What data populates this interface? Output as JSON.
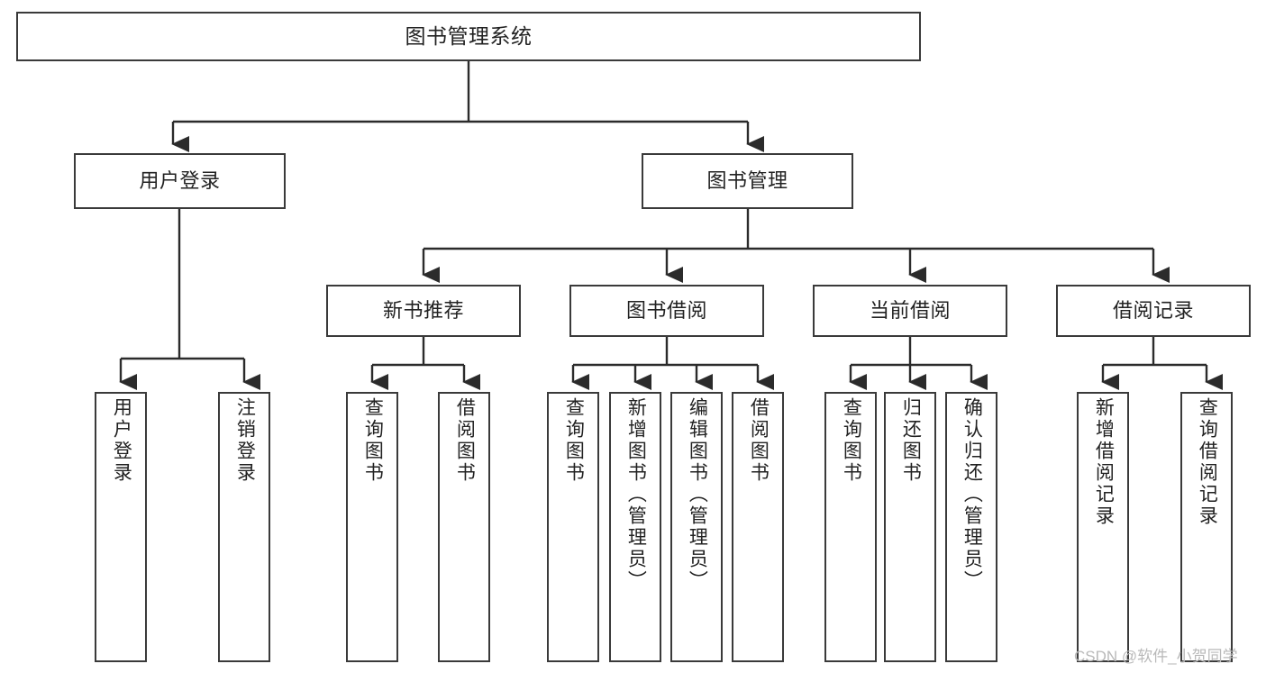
{
  "diagram": {
    "title": "图书管理系统",
    "type": "tree-hierarchy-chart",
    "colors": {
      "box_border": "#3a3a3a",
      "box_fill": "#ffffff",
      "connector": "#2b2b2b",
      "text": "#222222",
      "watermark": "#b9b9b9"
    },
    "root": {
      "label": "图书管理系统"
    },
    "level2": [
      {
        "label": "用户登录"
      },
      {
        "label": "图书管理"
      }
    ],
    "level3": [
      {
        "label": "新书推荐"
      },
      {
        "label": "图书借阅"
      },
      {
        "label": "当前借阅"
      },
      {
        "label": "借阅记录"
      }
    ],
    "leaves": {
      "user_login": [
        {
          "label": "用户登录"
        },
        {
          "label": "注销登录"
        }
      ],
      "new_book_recommend": [
        {
          "label": "查询图书"
        },
        {
          "label": "借阅图书"
        }
      ],
      "book_borrow": [
        {
          "label": "查询图书"
        },
        {
          "label": "新增图书（管理员）"
        },
        {
          "label": "编辑图书（管理员）"
        },
        {
          "label": "借阅图书"
        }
      ],
      "current_borrow": [
        {
          "label": "查询图书"
        },
        {
          "label": "归还图书"
        },
        {
          "label": "确认归还（管理员）"
        }
      ],
      "borrow_record": [
        {
          "label": "新增借阅记录"
        },
        {
          "label": "查询借阅记录"
        }
      ]
    }
  },
  "watermark": {
    "text": "CSDN @软件_小贺同学"
  }
}
